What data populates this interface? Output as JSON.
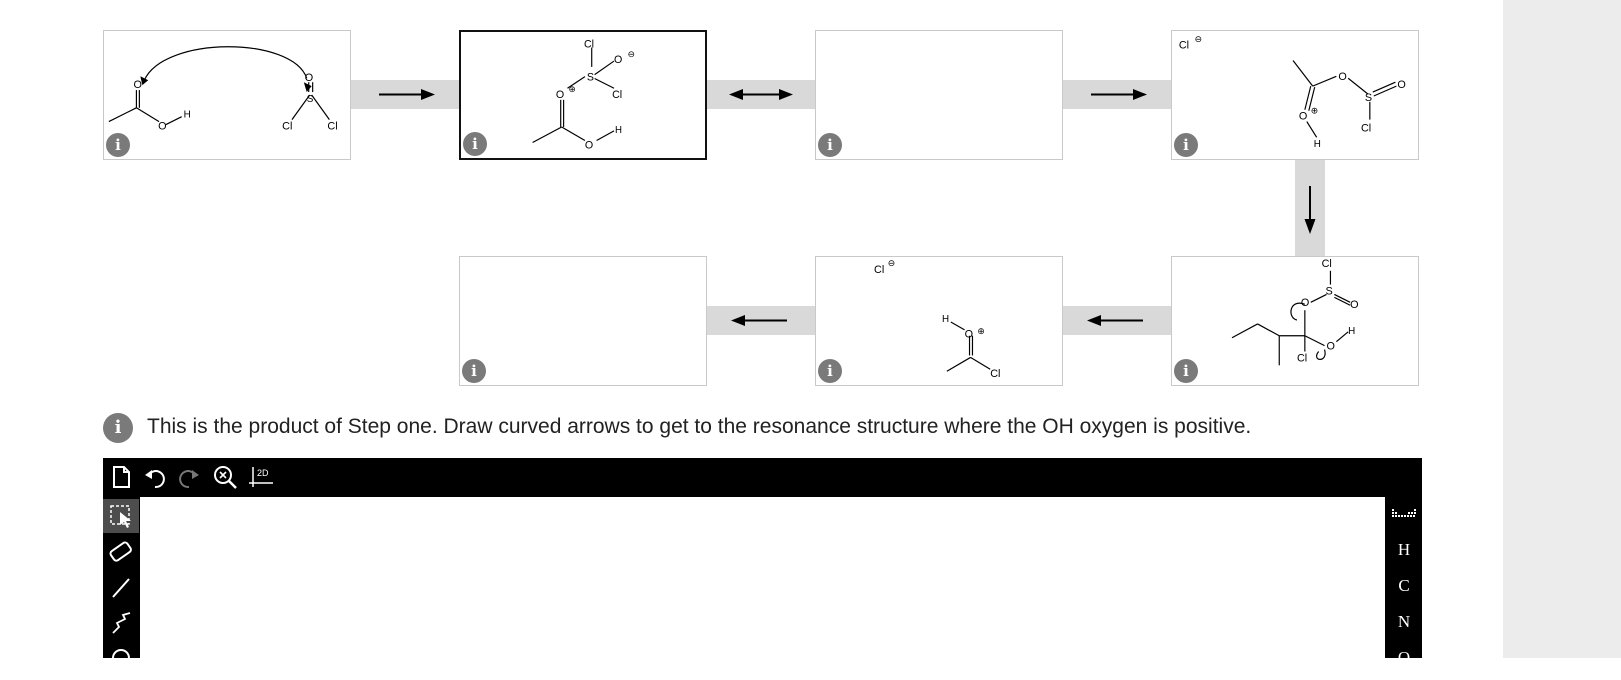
{
  "message": {
    "info_icon": "info-icon",
    "text": "This is the product of Step one. Draw curved arrows to get to the resonance structure where the OH oxygen is positive."
  },
  "panels": [
    {
      "id": "step-1",
      "state": "static"
    },
    {
      "id": "step-2",
      "state": "selected"
    },
    {
      "id": "step-3",
      "state": "empty"
    },
    {
      "id": "step-4",
      "state": "static"
    },
    {
      "id": "step-5",
      "state": "static"
    },
    {
      "id": "step-6",
      "state": "static"
    },
    {
      "id": "step-7",
      "state": "empty"
    }
  ],
  "molecule_labels": {
    "O": "O",
    "Cl": "Cl",
    "S": "S",
    "H": "H",
    "plus": "⊕",
    "minus": "⊖"
  },
  "editor": {
    "top_tools": [
      "new-document-icon",
      "undo-icon",
      "redo-icon",
      "zoom-clear-icon",
      "2d-clean-icon"
    ],
    "clean_label": "2D",
    "left_tools": [
      "select-icon",
      "eraser-icon",
      "single-bond-icon",
      "chain-icon",
      "ring-icon"
    ],
    "right_tools": {
      "periodic_icon": "periodic-table-icon",
      "elements": [
        "H",
        "C",
        "N",
        "O"
      ]
    }
  },
  "colors": {
    "accent_dark": "#000000",
    "panel_border": "#c9c9c9",
    "connector": "#d9d9d9",
    "info_icon": "#7a7a7a",
    "gutter": "#ececec"
  }
}
